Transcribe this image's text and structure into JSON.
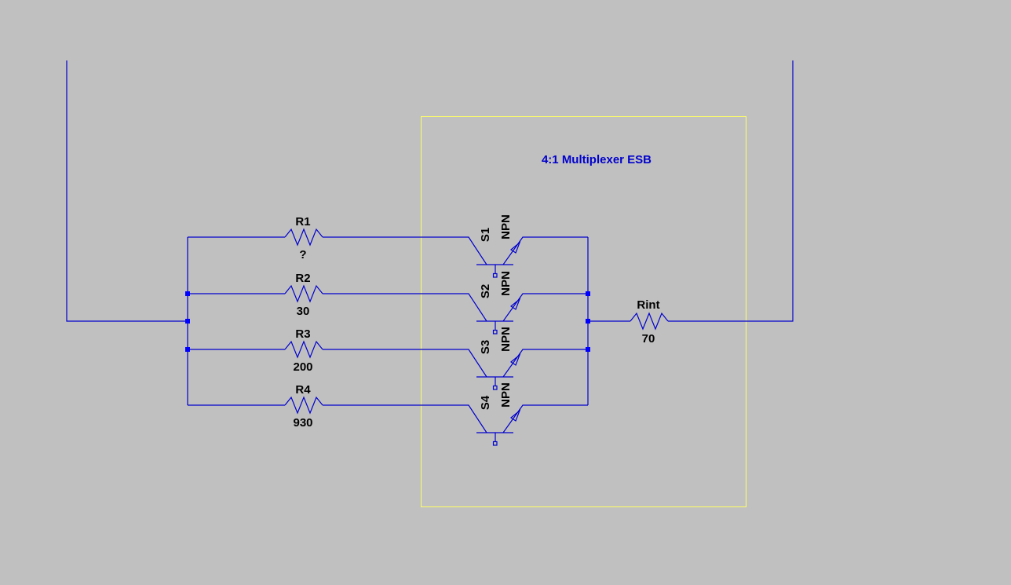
{
  "colors": {
    "background": "#c0c0c0",
    "wire": "#0000cc",
    "junction": "#0000ff",
    "box": "#ffff66",
    "label": "#000000",
    "title": "#0000cc"
  },
  "schematic": {
    "title": "4:1 Multiplexer ESB",
    "resistors": [
      {
        "name": "R1",
        "value": "?"
      },
      {
        "name": "R2",
        "value": "30"
      },
      {
        "name": "R3",
        "value": "200"
      },
      {
        "name": "R4",
        "value": "930"
      },
      {
        "name": "Rint",
        "value": "70"
      }
    ],
    "switches": [
      {
        "name": "S1",
        "type": "NPN"
      },
      {
        "name": "S2",
        "type": "NPN"
      },
      {
        "name": "S3",
        "type": "NPN"
      },
      {
        "name": "S4",
        "type": "NPN"
      }
    ]
  }
}
